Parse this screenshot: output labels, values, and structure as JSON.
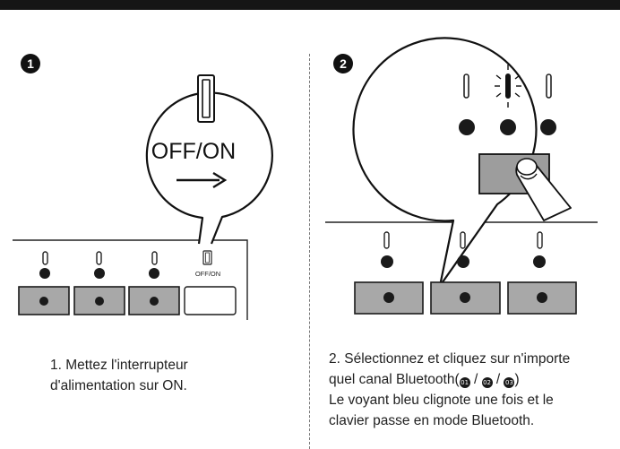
{
  "step1": {
    "number": "1",
    "switch_label_large": "OFF/ON",
    "switch_label_small": "OFF/ON",
    "caption_lines": [
      "1. Mettez l'interrupteur",
      "d'alimentation sur ON."
    ]
  },
  "step2": {
    "number": "2",
    "caption_line1": "2. Sélectionnez et cliquez sur n'importe",
    "caption_line2_prefix": "quel canal Bluetooth(",
    "caption_line2_suffix": ")",
    "caption_line3": "Le voyant bleu clignote une fois et le",
    "caption_line4": "clavier passe en mode Bluetooth."
  },
  "channels": [
    "01",
    "02",
    "03"
  ],
  "separator": " / "
}
